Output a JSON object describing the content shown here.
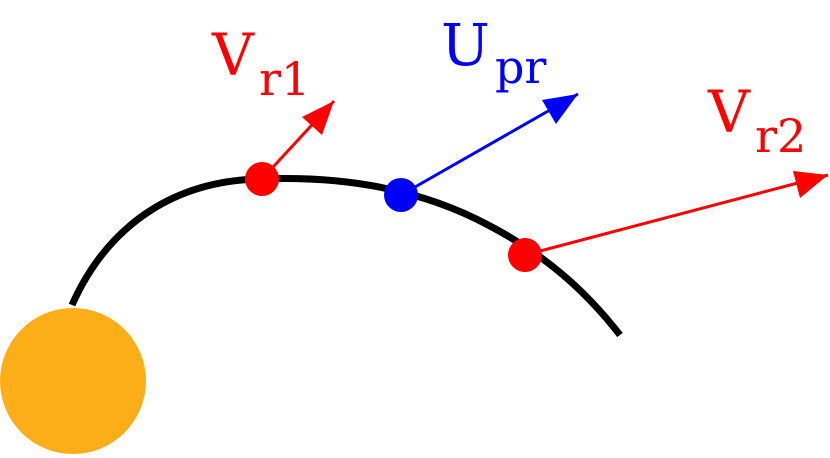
{
  "colors": {
    "background": "#ffffff",
    "curve": "#000000",
    "body": "#fbae17",
    "red_vector": "#ff0000",
    "blue_vector": "#0000ff"
  },
  "labels": {
    "vr1": {
      "base": "V",
      "sub": "r1"
    },
    "upr": {
      "base": "U",
      "sub": "pr"
    },
    "vr2": {
      "base": "V",
      "sub": "r2"
    }
  }
}
